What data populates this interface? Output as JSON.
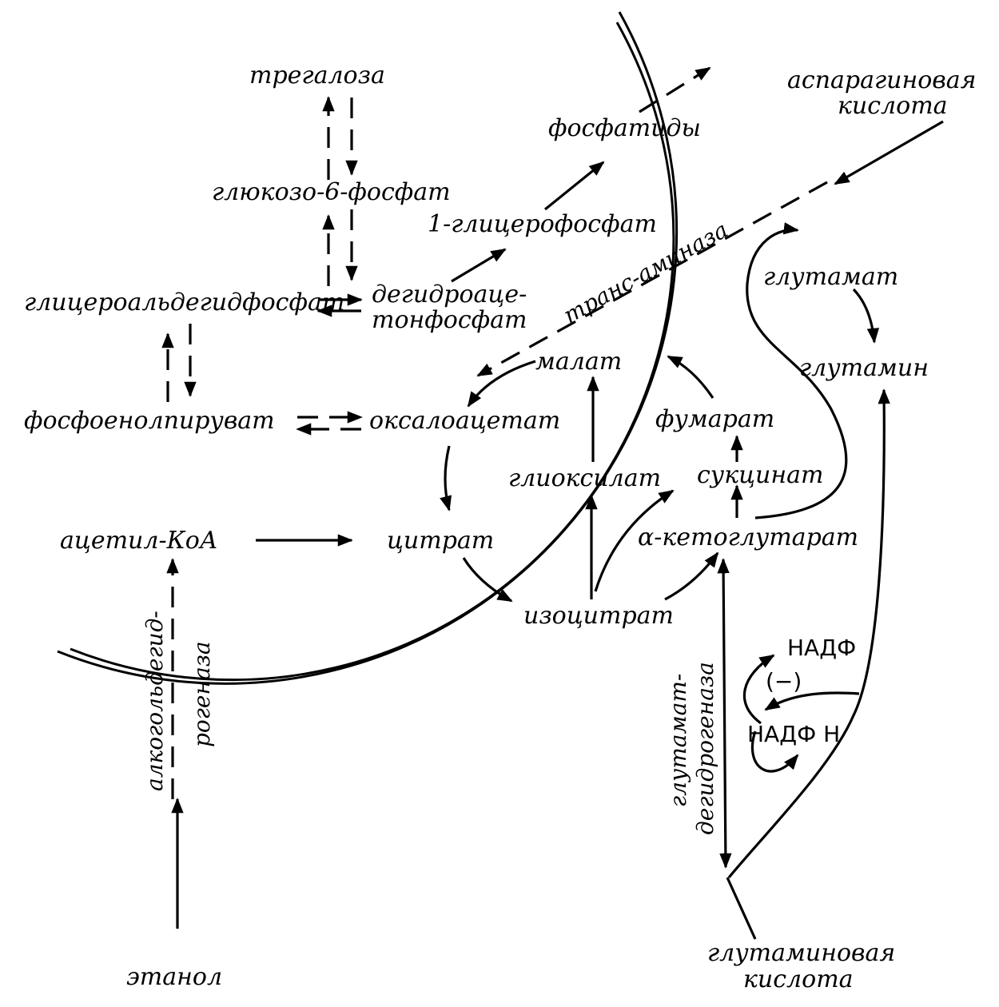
{
  "diagram": {
    "compounds": {
      "trehalose": "трегалоза",
      "glucose6p": "глюкозо-6-фосфат",
      "phosphatides": "фосфатиды",
      "glycerophosphate": "1-глицерофосфат",
      "glyceraldehyde_p": "глицероальдегидфосфат",
      "dhap_line1": "дегидроаце-",
      "dhap_line2": "тонфосфат",
      "pep": "фосфоенолпируват",
      "oxaloacetate": "оксалоацетат",
      "acetyl_coa": "ацетил-КоА",
      "citrate": "цитрат",
      "isocitrate": "изоцитрат",
      "glyoxylate": "глиоксилат",
      "malate": "малат",
      "fumarate": "фумарат",
      "succinate": "сукцинат",
      "alpha_kg": "α-кетоглутарат",
      "glutamate": "глутамат",
      "glutamine": "глутамин",
      "nadp": "НАДФ",
      "nadph": "НАДФ Н",
      "inhibition": "(−)",
      "ethanol": "этанол",
      "aspartic_line1": "аспарагиновая",
      "aspartic_line2": "кислота",
      "glutamic_line1": "глутаминовая",
      "glutamic_line2": "кислота"
    },
    "enzymes": {
      "transaminase": "транс-аминаза",
      "adh_line1": "алкогольдегид-",
      "adh_line2": "рогеназа",
      "gdh_line1": "глутамат-",
      "gdh_line2": "дегидрогеназа"
    }
  }
}
